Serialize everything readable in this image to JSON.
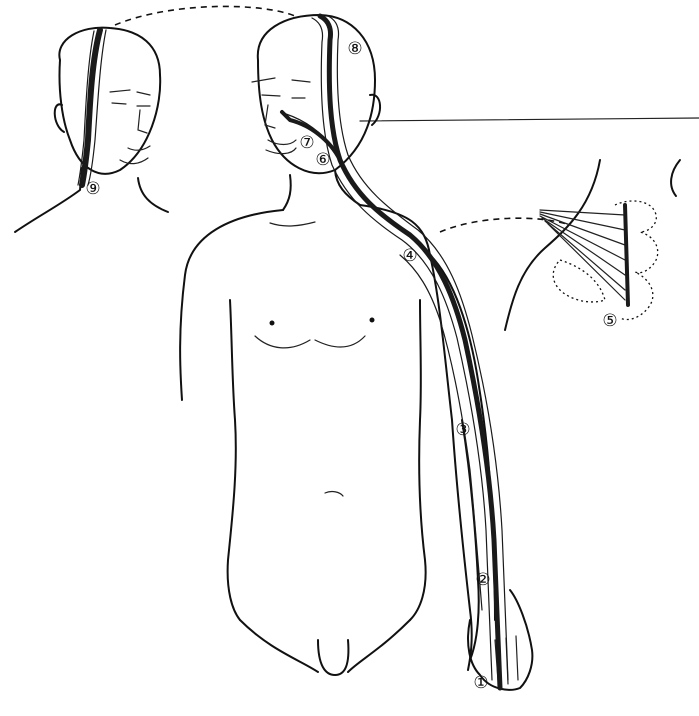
{
  "markers": {
    "m1": "①",
    "m2": "②",
    "m3": "③",
    "m4": "④",
    "m5": "⑤",
    "m6": "⑥",
    "m7": "⑦",
    "m8": "⑧",
    "m9": "⑨"
  },
  "colors": {
    "ink": "#111111",
    "paper": "#ffffff"
  }
}
